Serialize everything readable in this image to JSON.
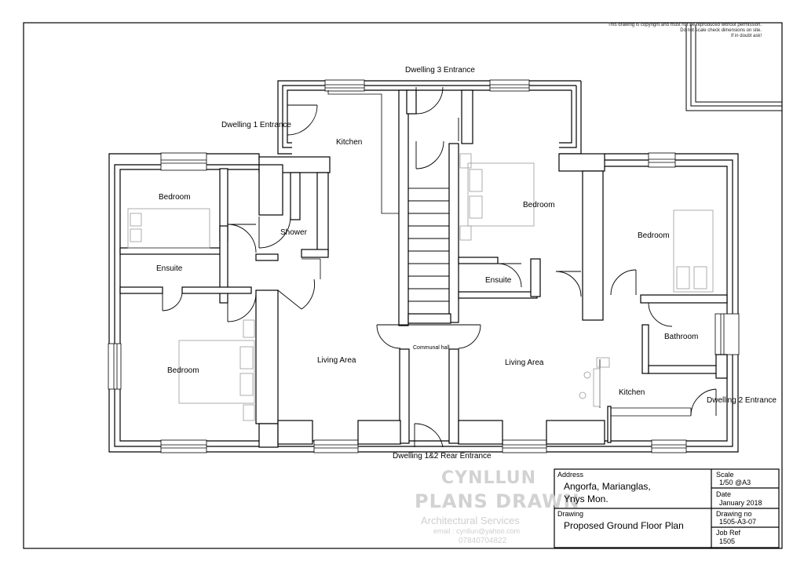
{
  "rooms": {
    "dwelling3_entrance": "Dwelling 3 Entrance",
    "dwelling1_entrance": "Dwelling 1 Entrance",
    "kitchen_1": "Kitchen",
    "bedroom_1": "Bedroom",
    "shower": "Shower",
    "ensuite_1": "Ensuite",
    "bedroom_2": "Bedroom",
    "living_area_1": "Living Area",
    "communal_hall": "Communal hall",
    "bedroom_3": "Bedroom",
    "ensuite_2": "Ensuite",
    "living_area_2": "Living Area",
    "bedroom_4": "Bedroom",
    "bathroom": "Bathroom",
    "kitchen_2": "Kitchen",
    "dwelling2_entrance": "Dwelling 2 Entrance",
    "rear_entrance": "Dwelling 1&2 Rear Entrance"
  },
  "copyright_note": {
    "line1": "This drawing is copyright and must not be reproduced without permission.",
    "line2": "Do not scale check dimensions on site.",
    "line3": "If in doubt ask!"
  },
  "watermark": {
    "name": "CYNLLUN",
    "tagline": "PLANS DRAWN",
    "services": "Architectural Services",
    "email": "email : cynllun@yahoo.com",
    "phone": "07840704822"
  },
  "title_block": {
    "address_label": "Address",
    "address_line1": "Angorfa, Marianglas,",
    "address_line2": "Ynys Mon.",
    "drawing_label": "Drawing",
    "drawing_value": "Proposed Ground Floor Plan",
    "scale_label": "Scale",
    "scale_value": "1/50  @A3",
    "date_label": "Date",
    "date_value": "January 2018",
    "drawing_no_label": "Drawing no",
    "drawing_no_value": "1505-A3-07",
    "job_ref_label": "Job Ref",
    "job_ref_value": "1505"
  }
}
